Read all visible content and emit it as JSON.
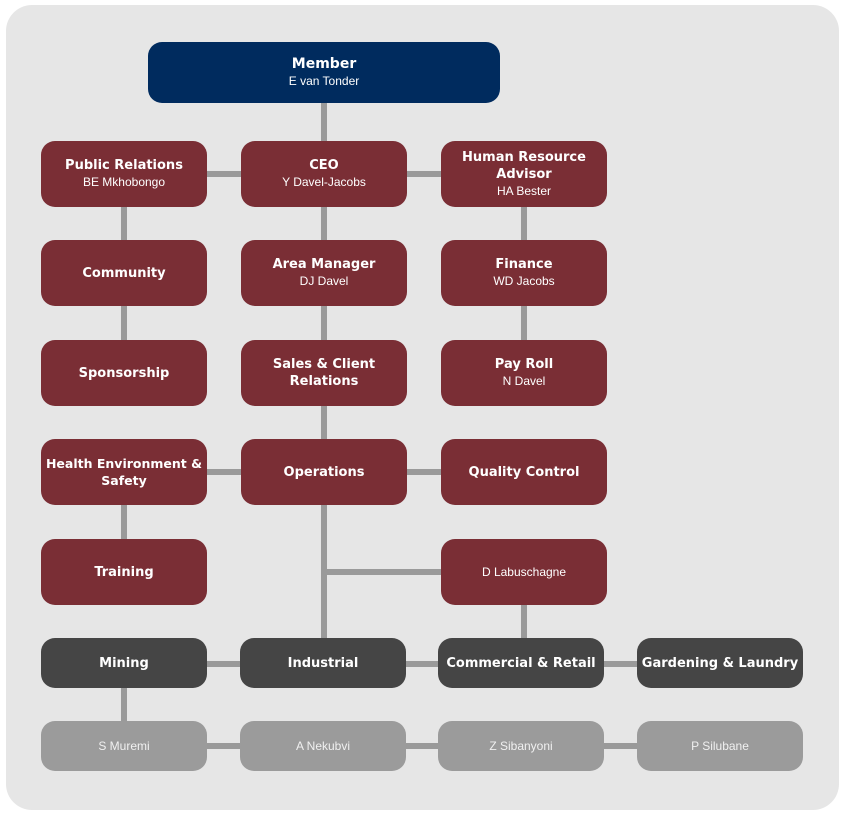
{
  "chart": {
    "member": {
      "title": "Member",
      "name": "E van Tonder"
    },
    "public_relations": {
      "title": "Public Relations",
      "name": "BE Mkhobongo"
    },
    "ceo": {
      "title": "CEO",
      "name": "Y Davel-Jacobs"
    },
    "hr_advisor": {
      "title": "Human Resource Advisor",
      "name": "HA Bester"
    },
    "community": {
      "title": "Community"
    },
    "area_manager": {
      "title": "Area Manager",
      "name": "DJ Davel"
    },
    "finance": {
      "title": "Finance",
      "name": "WD Jacobs"
    },
    "sponsorship": {
      "title": "Sponsorship"
    },
    "sales": {
      "title": "Sales & Client Relations"
    },
    "payroll": {
      "title": "Pay Roll",
      "name": "N Davel"
    },
    "hes": {
      "title": "Health Environment & Safety"
    },
    "operations": {
      "title": "Operations"
    },
    "quality": {
      "title": "Quality Control"
    },
    "training": {
      "title": "Training"
    },
    "labuschagne": {
      "name": "D Labuschagne"
    },
    "mining": {
      "title": "Mining"
    },
    "industrial": {
      "title": "Industrial"
    },
    "commercial": {
      "title": "Commercial & Retail"
    },
    "gardening": {
      "title": "Gardening & Laundry"
    },
    "muremi": {
      "name": "S Muremi"
    },
    "nekubvi": {
      "name": "A Nekubvi"
    },
    "sibanyoni": {
      "name": "Z Sibanyoni"
    },
    "silubane": {
      "name": "P Silubane"
    }
  },
  "colors": {
    "navy": "#002b5e",
    "maroon": "#7a2e35",
    "dark": "#454545",
    "grey": "#9b9b9b",
    "connector": "#9a9a9a",
    "background": "#e6e6e6"
  }
}
